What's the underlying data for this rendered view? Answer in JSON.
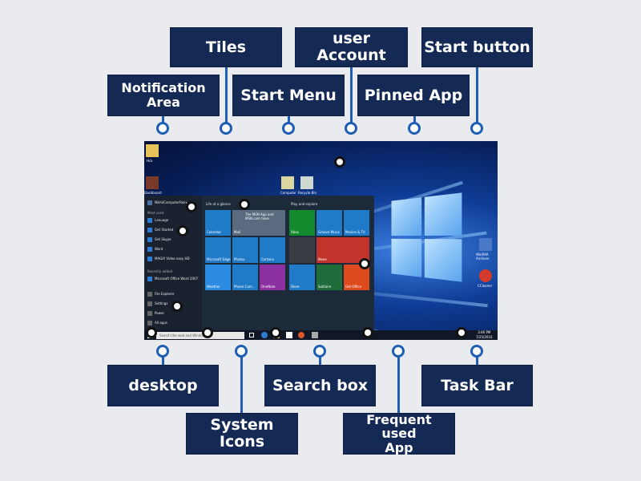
{
  "labels": {
    "tiles": "Tiles",
    "user_account": "user Account",
    "start_button": "Start button",
    "notification_area": "Notification Area",
    "start_menu": "Start Menu",
    "pinned_app": "Pinned App",
    "desktop": "desktop",
    "search_box": "Search box",
    "task_bar": "Task Bar",
    "system_icons": "System Icons",
    "frequent_used_app": "Frequent used App"
  },
  "screenshot": {
    "desktop_icons": [
      "Hck",
      "Dashboard",
      "Computer",
      "Recycle Bin",
      "WinRAR Archiver",
      "CCleaner"
    ],
    "user_name": "NikhilComputerRelix",
    "most_used_heading": "Most used",
    "most_used": [
      "Lanuage",
      "Get Started",
      "Get Skype",
      "Word",
      "MAGIX Video easy HD"
    ],
    "recently_added_heading": "Recently added",
    "recently_added": [
      "Microsoft Office Word 2007"
    ],
    "system_items": [
      "File Explorer",
      "Settings",
      "Power",
      "All apps"
    ],
    "life_glance": "Life at a glance",
    "play_explore": "Play and explore",
    "tiles": [
      "Calendar",
      "Mail",
      "Microsoft Edge",
      "Photos",
      "Cortana",
      "Weather",
      "Phone Com...",
      "OneNote",
      "Xbox",
      "Groove Music",
      "Movies & TV",
      "News",
      "Store",
      "Solitaire",
      "Get Office"
    ],
    "mail_tile_text": "The MSN App and MSN.com have",
    "search_placeholder": "Search the web and Windows",
    "clock": "3:46 PM",
    "date": "7/25/2016"
  }
}
